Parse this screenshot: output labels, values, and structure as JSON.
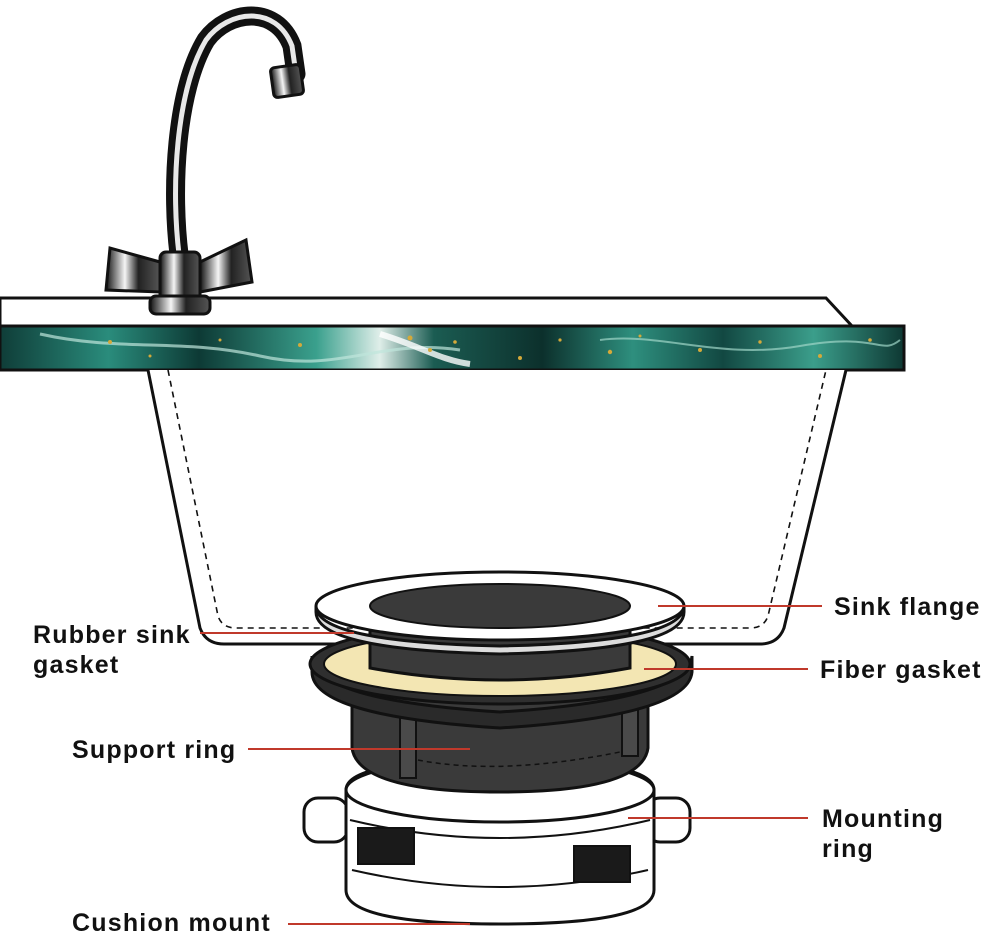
{
  "labels": {
    "sink_flange": "Sink flange",
    "rubber_sink_gasket_line1": "Rubber sink",
    "rubber_sink_gasket_line2": "gasket",
    "fiber_gasket": "Fiber gasket",
    "support_ring": "Support ring",
    "mounting_ring_line1": "Mounting",
    "mounting_ring_line2": "ring",
    "cushion_mount": "Cushion mount"
  },
  "colors": {
    "leader_line": "#c0392b",
    "countertop": "#1f6f63",
    "fiber_gasket": "#f3e6b3",
    "dark_part": "#3a3a3a",
    "outline": "#111111"
  },
  "icons": [
    "faucet-icon",
    "countertop-marble",
    "sink-basin",
    "garbage-disposal-assembly"
  ]
}
